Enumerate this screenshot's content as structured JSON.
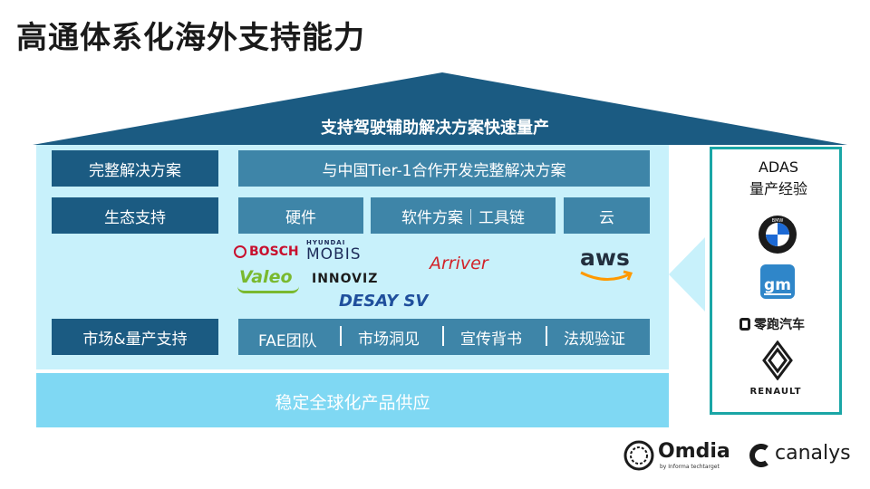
{
  "page": {
    "title": "高通体系化海外支持能力"
  },
  "roof": {
    "label": "支持驾驶辅助解决方案快速量产"
  },
  "rows": {
    "solution": {
      "left_label": "完整解决方案",
      "right_label": "与中国Tier-1合作开发完整解决方案"
    },
    "ecosystem": {
      "left_label": "生态支持",
      "hardware": "硬件",
      "software": "软件方案｜工具链",
      "cloud": "云"
    },
    "market": {
      "left_label": "市场&量产支持",
      "items": [
        "FAE团队",
        "市场洞见",
        "宣传背书",
        "法规验证"
      ]
    }
  },
  "partners": {
    "bosch": "BOSCH",
    "hyundai_small": "HYUNDAI",
    "mobis": "MOBIS",
    "valeo": "Valeo",
    "innoviz": "INNOVIZ",
    "desay": "DESAY SV",
    "arriver": "Arriver",
    "aws": "aws"
  },
  "base": {
    "label": "稳定全球化产品供应"
  },
  "panel": {
    "title_line1": "ADAS",
    "title_line2": "量产经验",
    "brands": {
      "bmw": "BMW",
      "gm": "gm",
      "leapmotor": "零跑汽车",
      "renault": "RENAULT"
    }
  },
  "footer": {
    "omdia": "Omdia",
    "omdia_sub": "by Informa techtarget",
    "canalys": "canalys"
  },
  "colors": {
    "roof": "#1b5b82",
    "dark_box": "#1b5b82",
    "mid_box": "#3e85a8",
    "body_bg": "#c8f1fb",
    "base_bg": "#7fd8f3",
    "panel_border": "#1aa6a6"
  }
}
